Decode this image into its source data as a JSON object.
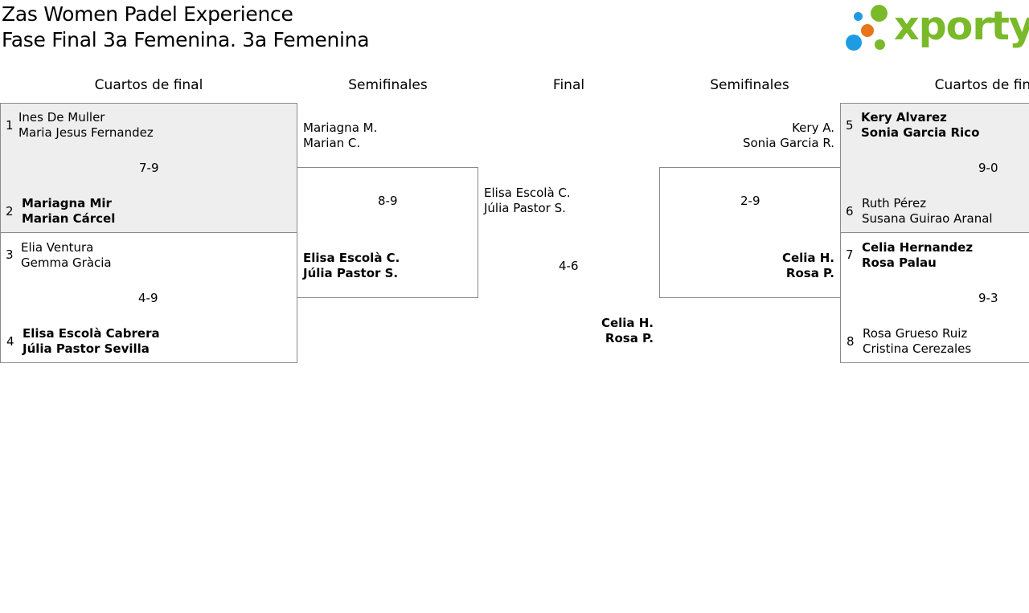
{
  "header": {
    "title": "Zas Women Padel Experience",
    "subtitle": "Fase Final 3a Femenina. 3a Femenina",
    "logo_text": "xporty",
    "colors": {
      "logo_green": "#7ab929",
      "dot_blue": "#1e9ce3",
      "dot_orange": "#e8751a"
    }
  },
  "columns": {
    "left_quarters": "Cuartos de final",
    "left_semis": "Semifinales",
    "final": "Final",
    "right_semis": "Semifinales",
    "right_quarters": "Cuartos de final"
  },
  "left_quarters": [
    {
      "top": {
        "seed": "1",
        "p1": "Ines De Muller",
        "p2": "Maria Jesus Fernandez"
      },
      "score": "7-9",
      "bottom": {
        "seed": "2",
        "p1": "Mariagna Mir",
        "p2": "Marian Cárcel"
      }
    },
    {
      "top": {
        "seed": "3",
        "p1": "Elia Ventura",
        "p2": "Gemma Gràcia"
      },
      "score": "4-9",
      "bottom": {
        "seed": "4",
        "p1": "Elisa Escolà Cabrera",
        "p2": "Júlia Pastor Sevilla"
      }
    }
  ],
  "left_semi": {
    "top": {
      "p1": "Mariagna M.",
      "p2": "Marian C."
    },
    "score": "8-9",
    "bottom": {
      "p1": "Elisa Escolà C.",
      "p2": "Júlia Pastor S."
    }
  },
  "final": {
    "top": {
      "p1": "Elisa Escolà C.",
      "p2": "Júlia Pastor S."
    },
    "score": "4-6",
    "bottom": {
      "p1": "Celia H.",
      "p2": "Rosa P."
    }
  },
  "right_semi": {
    "top": {
      "p1": "Kery A.",
      "p2": "Sonia Garcia R."
    },
    "score": "2-9",
    "bottom": {
      "p1": "Celia H.",
      "p2": "Rosa P."
    }
  },
  "right_quarters": [
    {
      "top": {
        "seed": "5",
        "p1": "Kery Alvarez",
        "p2": "Sonia Garcia Rico"
      },
      "score": "9-0",
      "bottom": {
        "seed": "6",
        "p1": "Ruth Pérez",
        "p2": "Susana Guirao Aranal"
      }
    },
    {
      "top": {
        "seed": "7",
        "p1": "Celia Hernandez",
        "p2": "Rosa Palau"
      },
      "score": "9-3",
      "bottom": {
        "seed": "8",
        "p1": "Rosa Grueso Ruiz",
        "p2": "Cristina Cerezales"
      }
    }
  ]
}
